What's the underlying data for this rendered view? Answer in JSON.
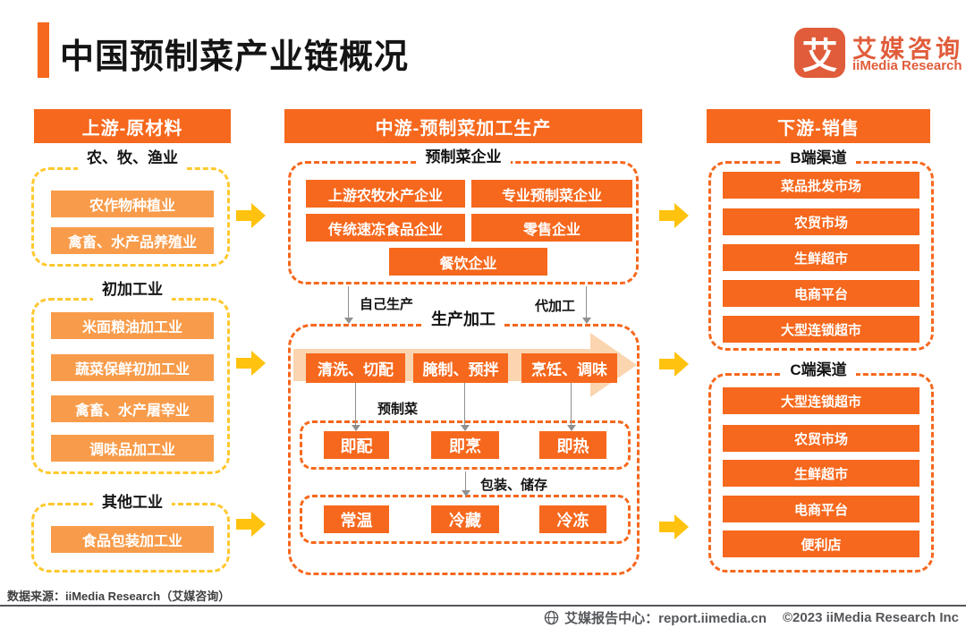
{
  "title": "中国预制菜产业链概况",
  "logo": {
    "mark": "艾",
    "name_cn": "艾媒咨询",
    "name_en": "iiMedia Research"
  },
  "upstream": {
    "header": "上游-原材料",
    "groups": [
      {
        "label": "农、牧、渔业",
        "items": [
          "农作物种植业",
          "禽畜、水产品养殖业"
        ]
      },
      {
        "label": "初加工业",
        "items": [
          "米面粮油加工业",
          "蔬菜保鲜初加工业",
          "禽畜、水产屠宰业",
          "调味品加工业"
        ]
      },
      {
        "label": "其他工业",
        "items": [
          "食品包装加工业"
        ]
      }
    ]
  },
  "midstream": {
    "header": "中游-预制菜加工生产",
    "enterprise_group": {
      "label": "预制菜企业",
      "items": [
        "上游农牧水产企业",
        "专业预制菜企业",
        "传统速冻食品企业",
        "零售企业",
        "餐饮企业"
      ]
    },
    "branch_left": "自己生产",
    "branch_right": "代加工",
    "production_group": {
      "label": "生产加工",
      "process_steps": [
        "清洗、切配",
        "腌制、预拌",
        "烹饪、调味"
      ],
      "output_label": "预制菜",
      "ready_types": [
        "即配",
        "即烹",
        "即热"
      ],
      "packaging_label": "包装、储存",
      "storage_types": [
        "常温",
        "冷藏",
        "冷冻"
      ]
    }
  },
  "downstream": {
    "header": "下游-销售",
    "groups": [
      {
        "label": "B端渠道",
        "items": [
          "菜品批发市场",
          "农贸市场",
          "生鲜超市",
          "电商平台",
          "大型连锁超市"
        ]
      },
      {
        "label": "C端渠道",
        "items": [
          "大型连锁超市",
          "农贸市场",
          "生鲜超市",
          "电商平台",
          "便利店"
        ]
      }
    ]
  },
  "footer": {
    "source": "数据来源：iiMedia Research（艾媒咨询）",
    "report_center": "艾媒报告中心：report.iimedia.cn",
    "copyright": "©2023  iiMedia Research  Inc"
  },
  "colors": {
    "primary_orange": "#F6681D",
    "light_orange": "#F89C4B",
    "dashed_yellow": "#FFC82E",
    "arrow_yellow": "#FFC20E",
    "flow_arrow_peach": "#FAD5B0",
    "logo_orange": "#E05C3A"
  }
}
